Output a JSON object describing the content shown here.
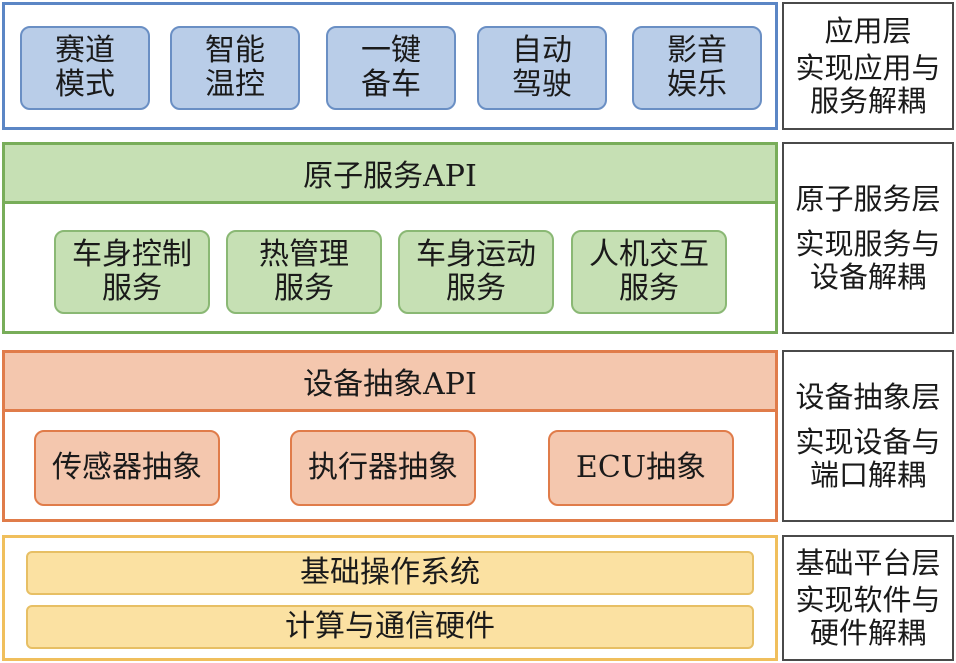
{
  "app_layer": {
    "modules": [
      "赛道\n模式",
      "智能\n温控",
      "一键\n备车",
      "自动\n驾驶",
      "影音\n娱乐"
    ],
    "side_title": "应用层",
    "side_desc": "实现应用与\n服务解耦"
  },
  "service_layer": {
    "api_label": "原子服务API",
    "modules": [
      "车身控制\n服务",
      "热管理\n服务",
      "车身运动\n服务",
      "人机交互\n服务"
    ],
    "side_title": "原子服务层",
    "side_desc": "实现服务与\n设备解耦"
  },
  "device_layer": {
    "api_label": "设备抽象API",
    "modules": [
      "传感器抽象",
      "执行器抽象",
      "ECU抽象"
    ],
    "side_title": "设备抽象层",
    "side_desc": "实现设备与\n端口解耦"
  },
  "base_layer": {
    "bars": [
      "基础操作系统",
      "计算与通信硬件"
    ],
    "side_title": "基础平台层",
    "side_desc": "实现软件与\n硬件解耦"
  },
  "colors": {
    "app": "#b9cde8",
    "service": "#c6e0b4",
    "device": "#f4c7ae",
    "base": "#fbe1a2"
  }
}
